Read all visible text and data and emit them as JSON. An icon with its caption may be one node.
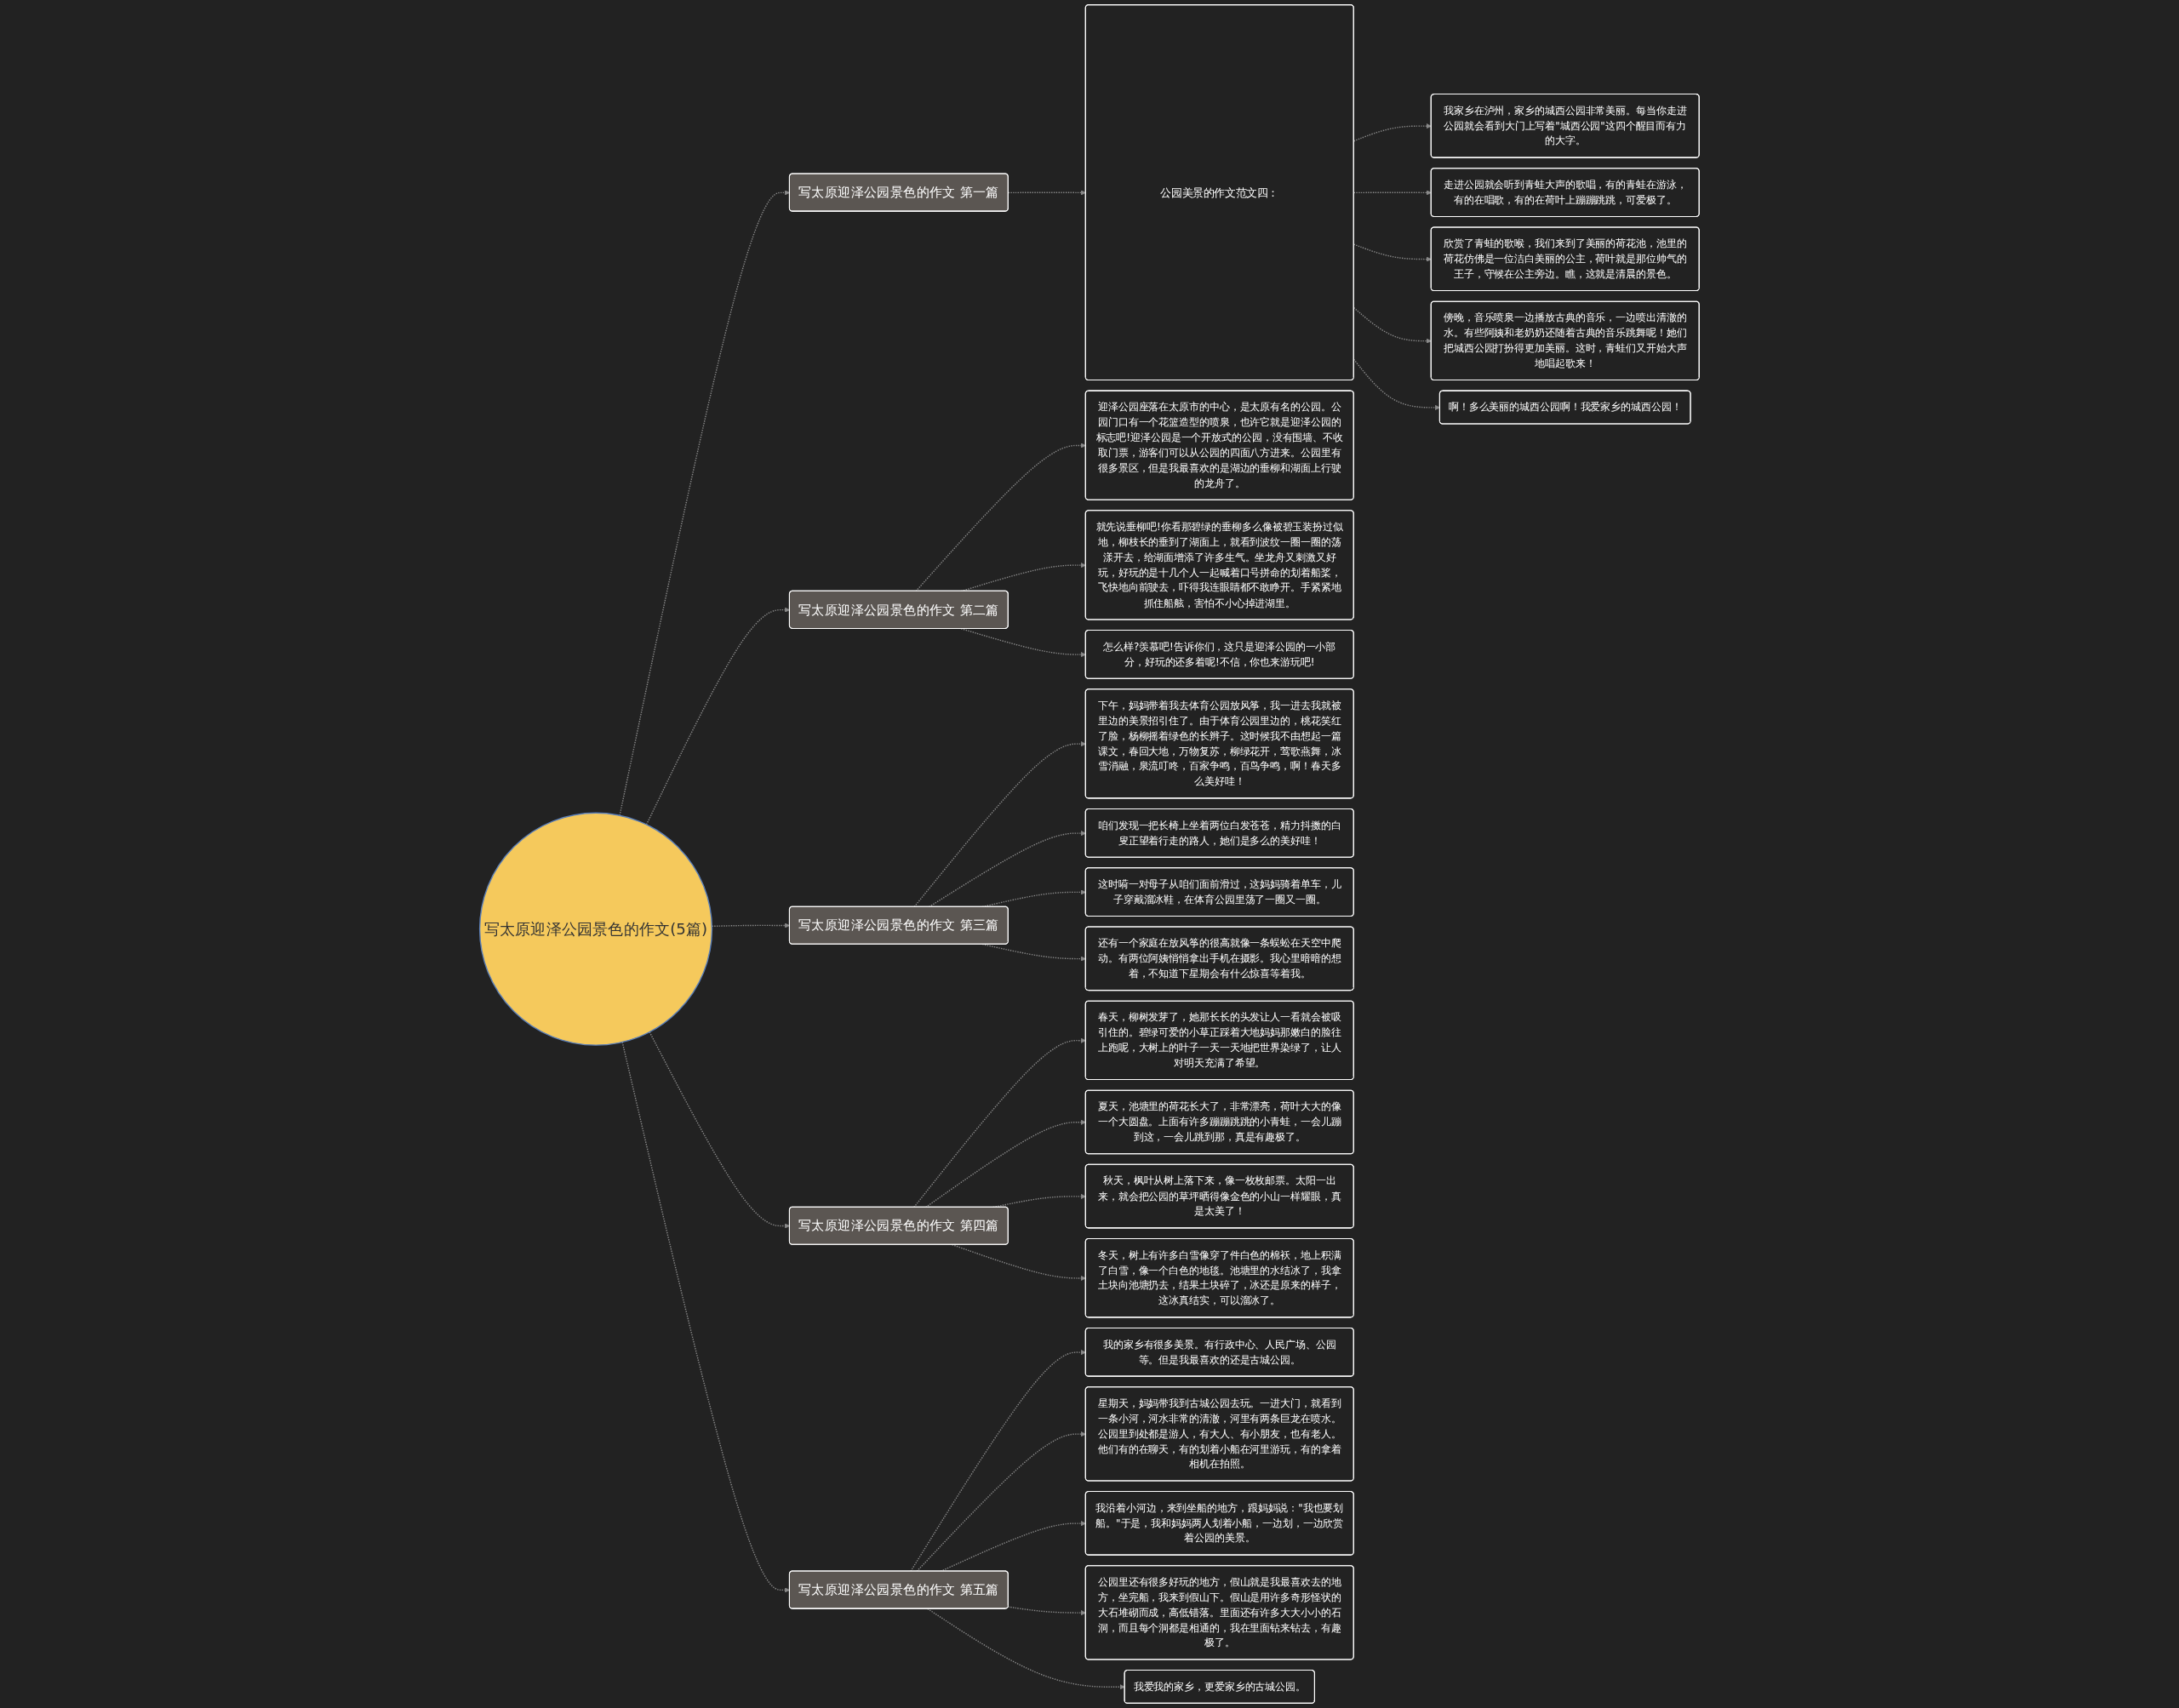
{
  "diagram": {
    "nodes": [
      {
        "text": [
          "写太原迎泽公园景色的作文(5篇)"
        ]
      },
      {
        "text": [
          "写太原迎泽公园景色的作文 第一篇"
        ]
      },
      {
        "text": [
          "公园美景的作文范文四："
        ]
      },
      {
        "text": [
          "我家乡在泸州，家乡的城西公园非常美丽。每当你走进公园就会看到大门上写着\"城西公园\"这四个醒目而有力的大字。"
        ]
      },
      {
        "text": [
          "走进公园就会听到青蛙大声的歌唱，有的青蛙在游泳，有的在唱歌，有的在荷叶上蹦蹦跳跳，可爱极了。"
        ]
      },
      {
        "text": [
          "欣赏了青蛙的歌喉，我们来到了美丽的荷花池，池里的荷花仿佛是一位洁白美丽的公主，荷叶就是那位帅气的王子，守候在公主旁边。瞧，这就是清晨的景色。"
        ]
      },
      {
        "text": [
          "傍晚，音乐喷泉一边播放古典的音乐，一边喷出清澈的水。有些阿姨和老奶奶还随着古典的音乐跳舞呢！她们把城西公园打扮得更加美丽。这时，青蛙们又开始大声地唱起歌来！"
        ]
      },
      {
        "text": [
          "啊！多么美丽的城西公园啊！我爱家乡的城西公园！"
        ]
      },
      {
        "text": [
          "写太原迎泽公园景色的作文 第二篇"
        ]
      },
      {
        "text": [
          "迎泽公园座落在太原市的中心，是太原有名的公园。公园门口有一个花篮造型的喷泉，也许它就是迎泽公园的标志吧!迎泽公园是一个开放式的公园，没有围墙、不收取门票，游客们可以从公园的四面八方进来。公园里有很多景区，但是我最喜欢的是湖边的垂柳和湖面上行驶的龙舟了。"
        ]
      },
      {
        "text": [
          "就先说垂柳吧!你看那碧绿的垂柳多么像被碧玉装扮过似地，柳枝长的垂到了湖面上，就看到波纹一圈一圈的荡漾开去，给湖面增添了许多生气。坐龙舟又刺激又好玩，好玩的是十几个人一起喊着口号拼命的划着船桨，飞快地向前驶去，吓得我连眼睛都不敢睁开。手紧紧地抓住船舷，害怕不小心掉进湖里。"
        ]
      },
      {
        "text": [
          "怎么样?羡慕吧!告诉你们，这只是迎泽公园的一小部分，好玩的还多着呢!不信，你也来游玩吧!"
        ]
      },
      {
        "text": [
          "写太原迎泽公园景色的作文 第三篇"
        ]
      },
      {
        "text": [
          "下午，妈妈带着我去体育公园放风筝，我一进去我就被里边的美景招引住了。由于体育公园里边的，桃花笑红了脸，杨柳摇着绿色的长辫子。这时候我不由想起一篇课文，春回大地，万物复苏，柳绿花开，莺歌燕舞，冰雪消融，泉流叮咚，百家争鸣，百鸟争鸣，啊！春天多么美好哇！"
        ]
      },
      {
        "text": [
          "咱们发现一把长椅上坐着两位白发苍苍，精力抖擞的白叟正望着行走的路人，她们是多么的美好哇！"
        ]
      },
      {
        "text": [
          "这时嗬一对母子从咱们面前滑过，这妈妈骑着单车，儿子穿戴溜冰鞋，在体育公园里荡了一圈又一圈。"
        ]
      },
      {
        "text": [
          "还有一个家庭在放风筝的很高就像一条蜈蚣在天空中爬动。有两位阿姨悄悄拿出手机在摄影。我心里暗暗的想着，不知道下星期会有什么惊喜等着我。"
        ]
      },
      {
        "text": [
          "写太原迎泽公园景色的作文 第四篇"
        ]
      },
      {
        "text": [
          "春天，柳树发芽了，她那长长的头发让人一看就会被吸引住的。碧绿可爱的小草正踩着大地妈妈那嫩白的脸往上跑呢，大树上的叶子一天一天地把世界染绿了，让人对明天充满了希望。"
        ]
      },
      {
        "text": [
          "夏天，池塘里的荷花长大了，非常漂亮，荷叶大大的像一个大圆盘。上面有许多蹦蹦跳跳的小青蛙，一会儿蹦到这，一会儿跳到那，真是有趣极了。"
        ]
      },
      {
        "text": [
          "秋天，枫叶从树上落下来，像一枚枚邮票。太阳一出来，就会把公园的草坪晒得像金色的小山一样耀眼，真是太美了！"
        ]
      },
      {
        "text": [
          "冬天，树上有许多白雪像穿了件白色的棉袄，地上积满了白雪，像一个白色的地毯。池塘里的水结冰了，我拿土块向池塘扔去，结果土块碎了，冰还是原来的样子，这冰真结实，可以溜冰了。"
        ]
      },
      {
        "text": [
          "写太原迎泽公园景色的作文 第五篇"
        ]
      },
      {
        "text": [
          "我的家乡有很多美景。有行政中心、人民广场、公园等。但是我最喜欢的还是古城公园。"
        ]
      },
      {
        "text": [
          "星期天，妈妈带我到古城公园去玩。一进大门，就看到一条小河，河水非常的清澈，河里有两条巨龙在喷水。公园里到处都是游人，有大人、有小朋友，也有老人。他们有的在聊天，有的划着小船在河里游玩，有的拿着相机在拍照。"
        ]
      },
      {
        "text": [
          "我沿着小河边，来到坐船的地方，跟妈妈说：\"我也要划船。\"于是，我和妈妈两人划着小船，一边划，一边欣赏着公园的美景。"
        ]
      },
      {
        "text": [
          "公园里还有很多好玩的地方，假山就是我最喜欢去的地方，坐完船，我来到假山下。假山是用许多奇形怪状的大石堆砌而成，高低错落。里面还有许多大大小小的石洞，而且每个洞都是相通的，我在里面钻来钻去，有趣极了。"
        ]
      },
      {
        "text": [
          "我爱我的家乡，更爱家乡的古城公园。"
        ]
      }
    ],
    "edges": [
      {
        "from": 0,
        "to": 1,
        "arrow": "to",
        "style": "dashed"
      },
      {
        "from": 1,
        "to": 2,
        "arrow": "to",
        "style": "dashed"
      },
      {
        "from": 2,
        "to": 3,
        "arrow": "to",
        "style": "dashed"
      },
      {
        "from": 2,
        "to": 4,
        "arrow": "to",
        "style": "dashed"
      },
      {
        "from": 2,
        "to": 5,
        "arrow": "to",
        "style": "dashed"
      },
      {
        "from": 2,
        "to": 6,
        "arrow": "to",
        "style": "dashed"
      },
      {
        "from": 2,
        "to": 7,
        "arrow": "to",
        "style": "dashed"
      },
      {
        "from": 0,
        "to": 8,
        "arrow": "to",
        "style": "dashed"
      },
      {
        "from": 8,
        "to": 9,
        "arrow": "to",
        "style": "dashed"
      },
      {
        "from": 8,
        "to": 10,
        "arrow": "to",
        "style": "dashed"
      },
      {
        "from": 8,
        "to": 11,
        "arrow": "to",
        "style": "dashed"
      },
      {
        "from": 0,
        "to": 12,
        "arrow": "to",
        "style": "dashed"
      },
      {
        "from": 12,
        "to": 13,
        "arrow": "to",
        "style": "dashed"
      },
      {
        "from": 12,
        "to": 14,
        "arrow": "to",
        "style": "dashed"
      },
      {
        "from": 12,
        "to": 15,
        "arrow": "to",
        "style": "dashed"
      },
      {
        "from": 12,
        "to": 16,
        "arrow": "to",
        "style": "dashed"
      },
      {
        "from": 0,
        "to": 17,
        "arrow": "to",
        "style": "dashed"
      },
      {
        "from": 17,
        "to": 18,
        "arrow": "to",
        "style": "dashed"
      },
      {
        "from": 17,
        "to": 19,
        "arrow": "to",
        "style": "dashed"
      },
      {
        "from": 17,
        "to": 20,
        "arrow": "to",
        "style": "dashed"
      },
      {
        "from": 17,
        "to": 21,
        "arrow": "to",
        "style": "dashed"
      },
      {
        "from": 0,
        "to": 22,
        "arrow": "to",
        "style": "dashed"
      },
      {
        "from": 22,
        "to": 23,
        "arrow": "to",
        "style": "dashed"
      },
      {
        "from": 22,
        "to": 24,
        "arrow": "to",
        "style": "dashed"
      },
      {
        "from": 22,
        "to": 25,
        "arrow": "to",
        "style": "dashed"
      },
      {
        "from": 22,
        "to": 26,
        "arrow": "to",
        "style": "dashed"
      },
      {
        "from": 22,
        "to": 27,
        "arrow": "to",
        "style": "dashed"
      }
    ]
  }
}
